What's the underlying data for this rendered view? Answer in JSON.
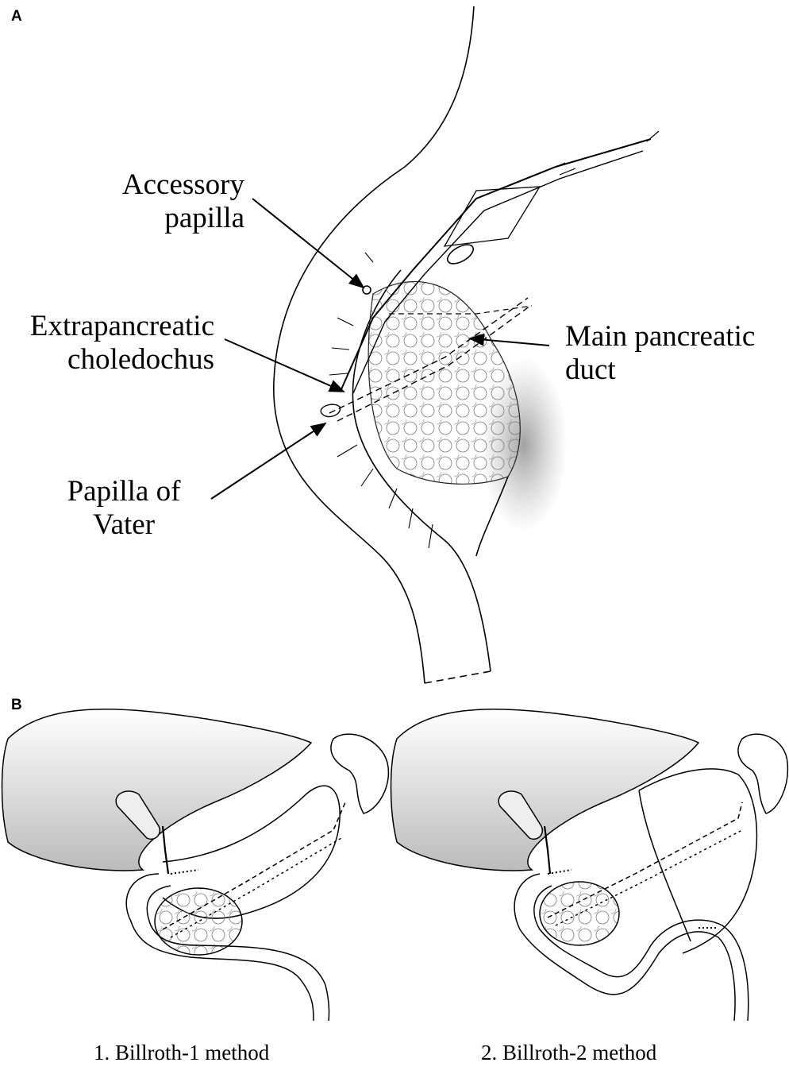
{
  "panels": {
    "a": {
      "letter": "A",
      "labels": {
        "accessory_papilla": [
          "Accessory",
          "papilla"
        ],
        "extrapancreatic_choledochus": [
          "Extrapancreatic",
          "choledochus"
        ],
        "main_pancreatic_duct": [
          "Main pancreatic",
          "duct"
        ],
        "papilla_of_vater": [
          "Papilla of",
          "Vater"
        ]
      }
    },
    "b": {
      "letter": "B",
      "captions": {
        "billroth_1": "1. Billroth-1 method",
        "billroth_2": "2. Billroth-2 method"
      }
    }
  }
}
